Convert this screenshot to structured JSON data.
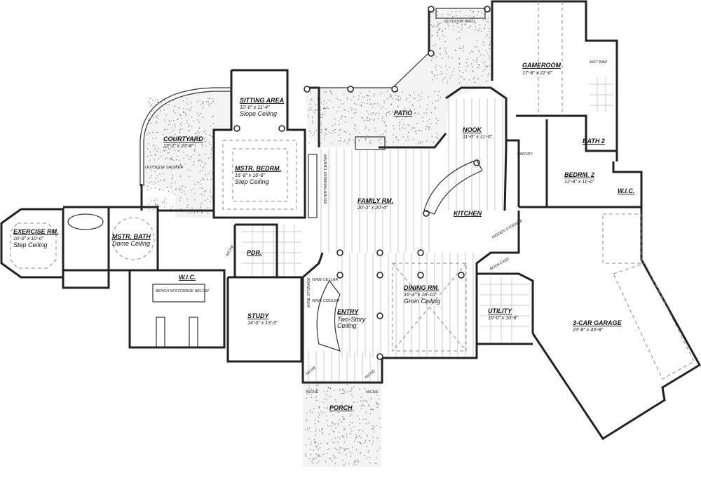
{
  "rooms": {
    "outdoor_grill": "OUTDOOR GRILL",
    "gameroom": {
      "name": "GAMEROOM",
      "dims": "17'-8\" x 22'-0\""
    },
    "wet_bar": "WET BAR",
    "sitting_area": {
      "name": "SITTING AREA",
      "dims": "10'-0\" x 11'-4\"",
      "ceiling": "Slope Ceiling"
    },
    "patio": {
      "name": "PATIO"
    },
    "nook": {
      "name": "NOOK",
      "dims": "11'-0\" x 11'-0\""
    },
    "bath2": {
      "name": "BATH 2"
    },
    "courtyard": {
      "name": "COURTYARD",
      "dims": "13'-2\" x 23'-4\""
    },
    "outdoor_shower": "OUTDOOR SHOWER",
    "mstr_bedrm": {
      "name": "MSTR. BEDRM.",
      "dims": "16'-8\" x 16'-8\"",
      "ceiling": "Step Ceiling"
    },
    "pantry": "PANTRY",
    "bedrm2": {
      "name": "BEDRM. 2",
      "dims": "12'-8\" x 11'-0\""
    },
    "wic_bed2": {
      "name": "W.I.C."
    },
    "entertainment_center": "ENTERTAINMENT CENTER",
    "family_rm": {
      "name": "FAMILY RM.",
      "dims": "20'-2\" x 20'-4\""
    },
    "kitchen": {
      "name": "KITCHEN"
    },
    "hidden_storage": "HIDDEN STORAGE",
    "exercise_rm": {
      "name": "EXERCISE RM.",
      "dims": "10'-0\" x 10'-0\"",
      "ceiling": "Step Ceiling"
    },
    "mstr_bath": {
      "name": "MSTR. BATH",
      "ceiling": "Dome Ceiling"
    },
    "pdr": {
      "name": "PDR."
    },
    "niche": "NICHE",
    "bookcase": "BOOKCASE",
    "wic_master": {
      "name": "W.I.C."
    },
    "bench": "BENCH W/STORAGE BELOW",
    "wine_storage": "WINE STORAGE",
    "wine_cellar": "WINE CELLAR",
    "wine_cooler": "WINE COOLER",
    "dining_rm": {
      "name": "DINING RM.",
      "dims": "16'-4\" x 16'-10\"",
      "ceiling": "Groin Ceiling"
    },
    "utility": {
      "name": "UTILITY",
      "dims": "10'-0\" x 10'-8\""
    },
    "garage": {
      "name": "3-CAR GARAGE",
      "dims": "23'-8\" x 43'-8\""
    },
    "study": {
      "name": "STUDY",
      "dims": "14'-0\" x 13'-3\""
    },
    "entry": {
      "name": "ENTRY",
      "ceiling1": "Two-Story",
      "ceiling2": "Ceiling"
    },
    "porch": {
      "name": "PORCH"
    }
  }
}
